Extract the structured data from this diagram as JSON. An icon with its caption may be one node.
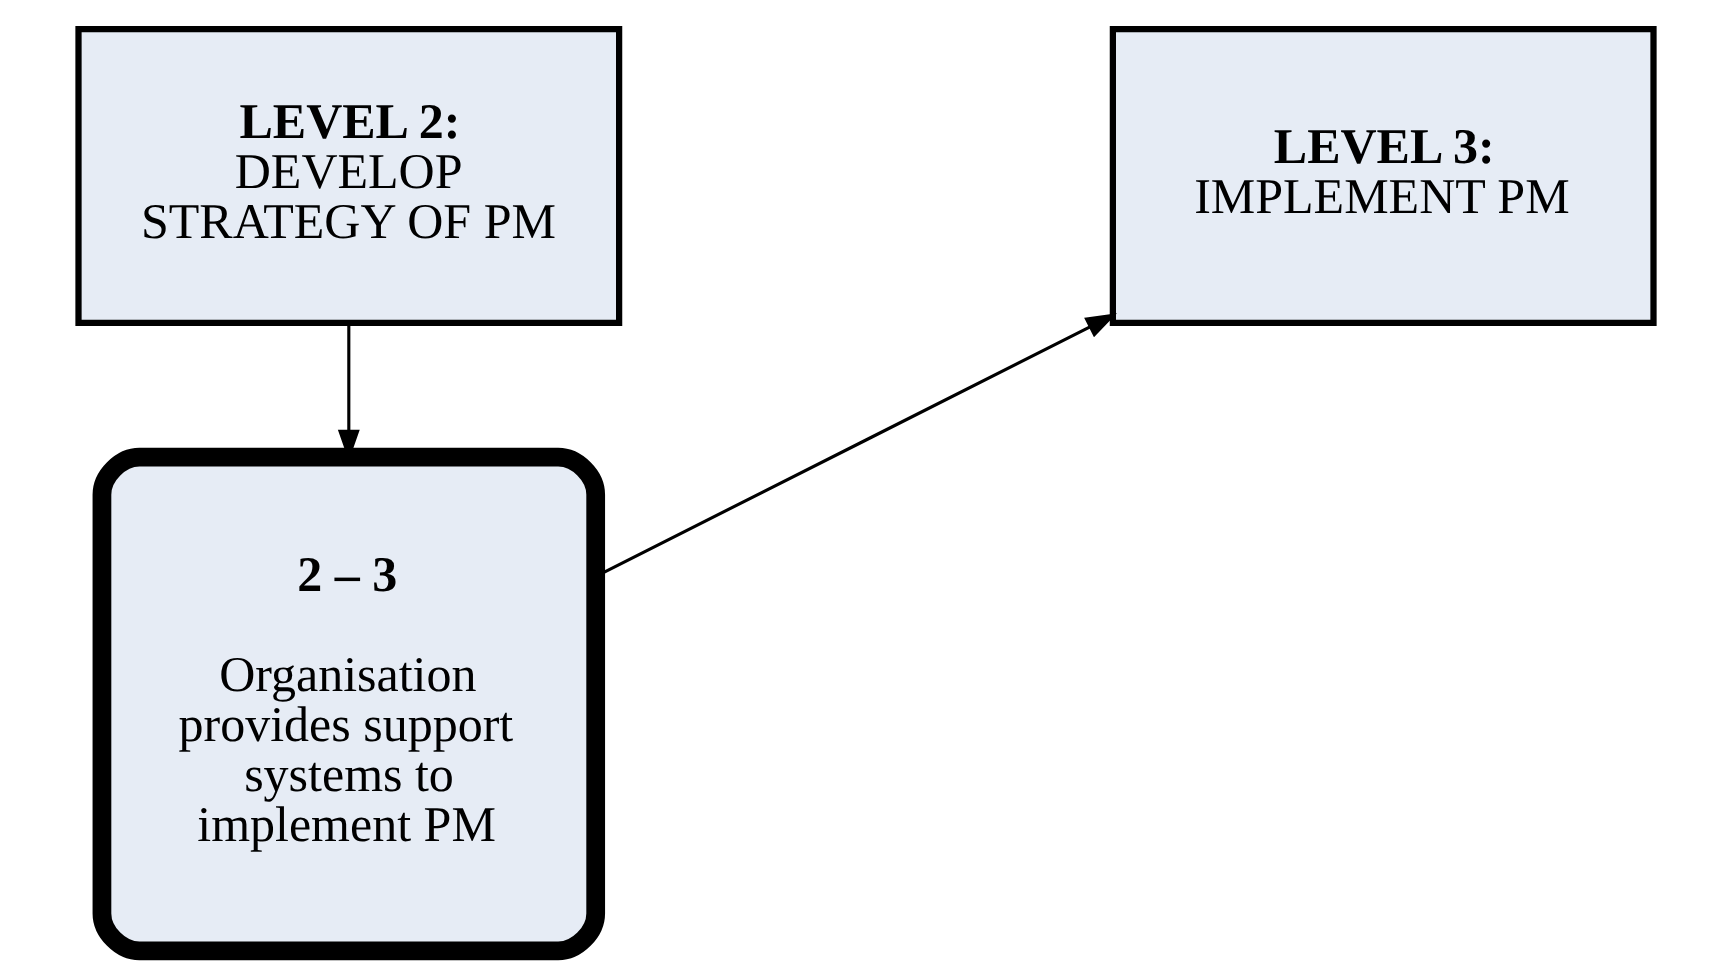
{
  "diagram": {
    "nodes": [
      {
        "text": [
          "LEVEL 2:",
          "DEVELOP STRATEGY OF PM"
        ]
      },
      {
        "text": [
          "LEVEL 3:",
          "IMPLEMENT PM"
        ]
      },
      {
        "text": [
          "2 – 3",
          "Organisation provides support systems to implement PM"
        ]
      }
    ],
    "edges": [
      {
        "from": 0,
        "to": 2,
        "arrow": "to"
      },
      {
        "from": 2,
        "to": 1,
        "arrow": "to"
      }
    ]
  }
}
